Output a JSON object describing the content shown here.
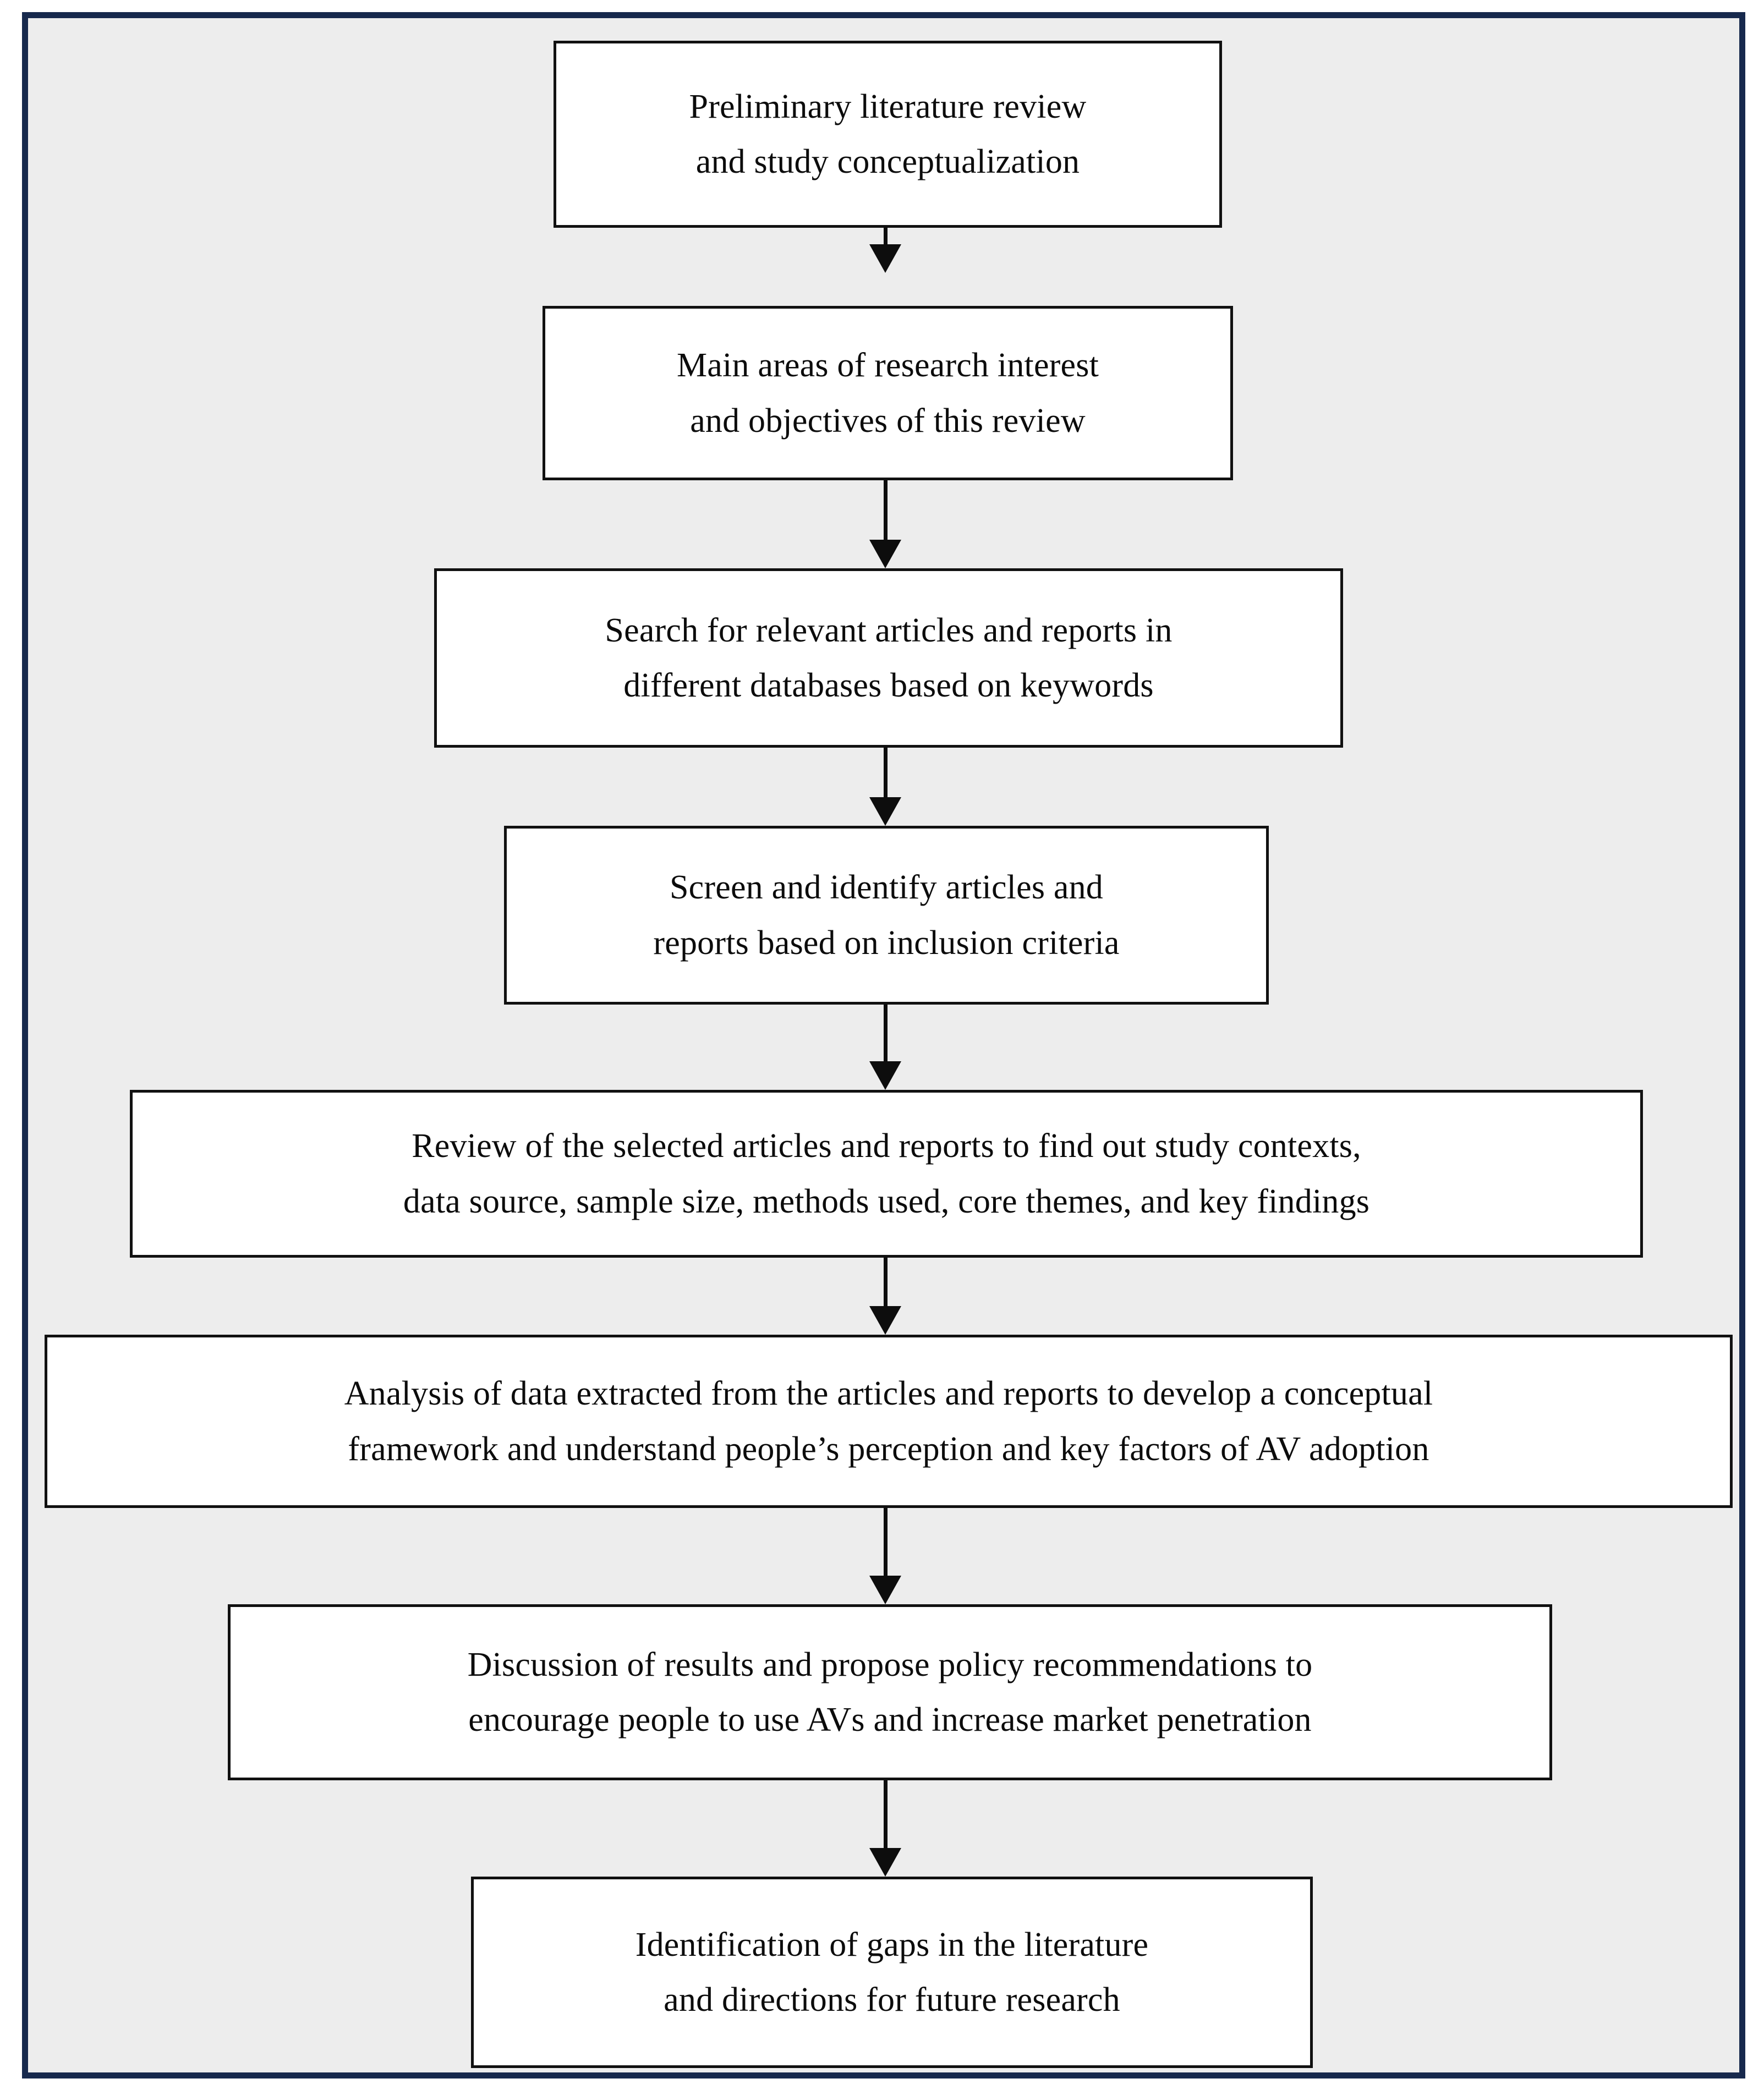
{
  "figure": {
    "type": "flowchart",
    "orientation": "vertical-top-to-bottom",
    "frame_border_color": "#17294d",
    "frame_background_color": "#ededed",
    "node_border_color": "#111111",
    "node_fill_color": "#ffffff",
    "connector_color": "#0d0d0d"
  },
  "nodes": [
    {
      "id": "step-1",
      "line1": "Preliminary literature review",
      "line2": "and study conceptualization"
    },
    {
      "id": "step-2",
      "line1": "Main areas of research interest",
      "line2": "and objectives of this review"
    },
    {
      "id": "step-3",
      "line1": "Search for relevant articles and reports in",
      "line2": "different databases based on keywords"
    },
    {
      "id": "step-4",
      "line1": "Screen and identify articles and",
      "line2": "reports based on inclusion criteria"
    },
    {
      "id": "step-5",
      "line1": "Review of the selected articles and reports to find out study contexts,",
      "line2": "data source, sample size, methods used, core themes, and key findings"
    },
    {
      "id": "step-6",
      "line1": "Analysis of data extracted from the articles and reports to develop a conceptual",
      "line2": "framework and understand people’s perception and key factors of AV adoption"
    },
    {
      "id": "step-7",
      "line1": "Discussion of results and propose policy recommendations to",
      "line2": "encourage people to use AVs and increase market penetration"
    },
    {
      "id": "step-8",
      "line1": "Identification of gaps in the literature",
      "line2": "and directions for future research"
    }
  ],
  "connectors": [
    {
      "id": "arrow-1-2",
      "from": "step-1",
      "to": "step-2"
    },
    {
      "id": "arrow-2-3",
      "from": "step-2",
      "to": "step-3"
    },
    {
      "id": "arrow-3-4",
      "from": "step-3",
      "to": "step-4"
    },
    {
      "id": "arrow-4-5",
      "from": "step-4",
      "to": "step-5"
    },
    {
      "id": "arrow-5-6",
      "from": "step-5",
      "to": "step-6"
    },
    {
      "id": "arrow-6-7",
      "from": "step-6",
      "to": "step-7"
    },
    {
      "id": "arrow-7-8",
      "from": "step-7",
      "to": "step-8"
    }
  ]
}
